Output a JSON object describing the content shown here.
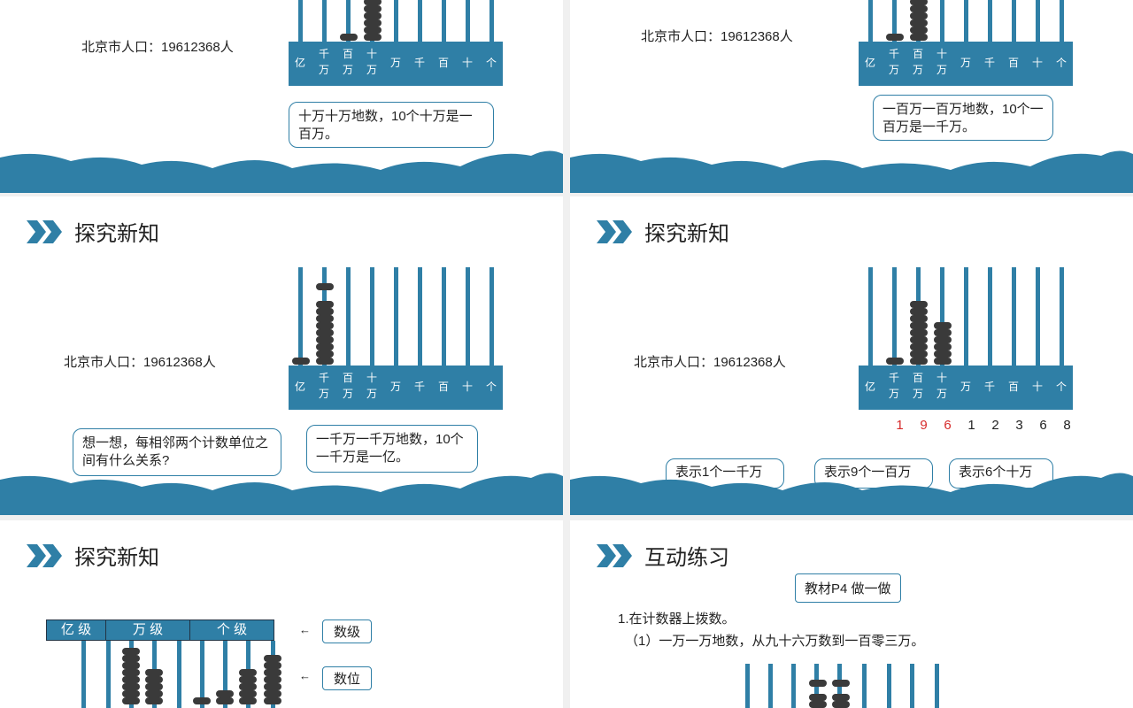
{
  "section_title": "探究新知",
  "practice_title": "互动练习",
  "population_text": "北京市人口：19612368人",
  "place_labels": [
    [
      "亿"
    ],
    [
      "千",
      "万"
    ],
    [
      "百",
      "万"
    ],
    [
      "十",
      "万"
    ],
    [
      "万"
    ],
    [
      "千"
    ],
    [
      "百"
    ],
    [
      "十"
    ],
    [
      "个"
    ]
  ],
  "slide1": {
    "bubble": "十万十万地数，10个十万是一百万。"
  },
  "slide2": {
    "bubble": "一百万一百万地数，10个一百万是一千万。"
  },
  "slide3": {
    "bubble_left": "想一想，每相邻两个计数单位之间有什么关系?",
    "bubble_right": "一千万一千万地数，10个一千万是一亿。"
  },
  "slide4": {
    "digits": [
      "1",
      "9",
      "6",
      "1",
      "2",
      "3",
      "6",
      "8"
    ],
    "callouts": [
      "表示1个一千万",
      "表示9个一百万",
      "表示6个十万"
    ]
  },
  "slide5": {
    "levels": [
      "亿 级",
      "万 级",
      "个 级"
    ],
    "tag_levels": "数级",
    "tag_places": "数位",
    "arrow": "←"
  },
  "slide6": {
    "textbook_tag": "教材P4  做一做",
    "q1": "1.在计数器上拨数。",
    "q1_1": "（1）一万一万地数，从九十六万数到一百零三万。"
  },
  "colors": {
    "accent": "#2f7fa6",
    "bead": "#3a3a3a",
    "highlight": "#d62a2a"
  }
}
